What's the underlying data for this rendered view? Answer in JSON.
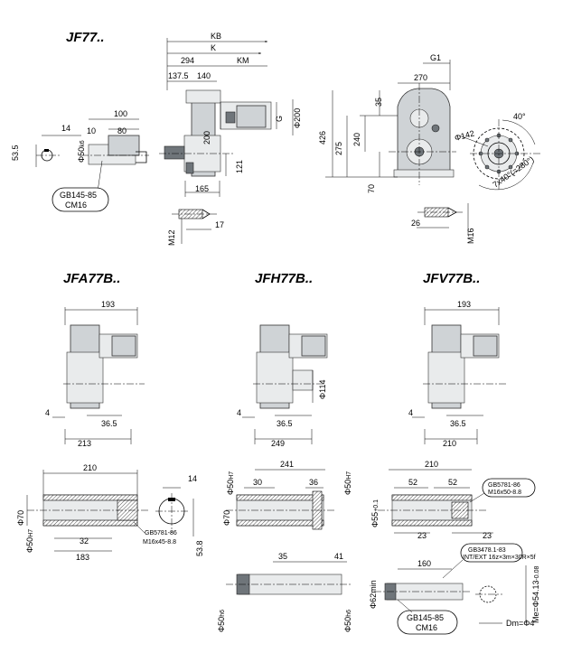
{
  "titles": {
    "jf": "JF77..",
    "jfa": "JFA77B..",
    "jfh": "JFH77B..",
    "jfv": "JFV77B.."
  },
  "shaft_detail": {
    "d_53_5": "53.5",
    "d_14": "14",
    "d_10": "10",
    "d_100": "100",
    "d_80": "80",
    "d_phi50": "Φ50",
    "d_phi50_tol": "k6",
    "gb_note_1": "GB145-85",
    "gb_note_2": "CM16"
  },
  "side_view": {
    "kb": "KB",
    "k": "K",
    "d_294": "294",
    "km": "KM",
    "d_137_5": "137.5",
    "d_140": "140",
    "g": "G",
    "d_phi200": "Φ200",
    "d_200": "200",
    "d_121": "121",
    "d_165": "165",
    "d_17": "17",
    "m12": "M12"
  },
  "front_view": {
    "g1": "G1",
    "d_270": "270",
    "d_35": "35",
    "d_426": "426",
    "d_275": "275",
    "d_240": "240",
    "d_70": "70",
    "d_26": "26",
    "m16": "M16",
    "phi142": "Φ142",
    "angle_40": "40°",
    "holes": "7x40°(=280°)"
  },
  "jfa": {
    "d_193": "193",
    "d_4": "4",
    "d_36_5": "36.5",
    "d_213": "213"
  },
  "jfh": {
    "d_4": "4",
    "d_36_5": "36.5",
    "d_249": "249",
    "phi114": "Φ114"
  },
  "jfv": {
    "d_193": "193",
    "d_4": "4",
    "d_36_5": "36.5",
    "d_210": "210"
  },
  "jfa_shaft": {
    "d_210": "210",
    "phi70": "Φ70",
    "phi50": "Φ50",
    "phi50_tol": "H7",
    "d_32": "32",
    "d_183": "183",
    "d_14": "14",
    "d_53_8": "53.8",
    "gb_1": "GB5781-86",
    "gb_2": "M16x45-8.8"
  },
  "jfh_shaft": {
    "d_241": "241",
    "d_30": "30",
    "d_36": "36",
    "phi50": "Φ50",
    "phi50_tol": "H7",
    "phi70": "Φ70",
    "d_35": "35",
    "d_41": "41",
    "phi50_lower": "Φ50",
    "phi50_lower_tol": "h6"
  },
  "jfv_shaft": {
    "d_210": "210",
    "d_52a": "52",
    "d_52b": "52",
    "phi55": "Φ55",
    "phi55_tol": "+0.1",
    "d_23a": "23",
    "d_23b": "23",
    "gb5781_1": "GB5781-86",
    "gb5781_2": "M16x50-8.8",
    "gb3478_1": "GB3478.1-83",
    "gb3478_2": "INT/EXT 16z×3m×30R×5f",
    "d_160": "160",
    "phi62": "Φ62min",
    "me": "Me=Φ54.13",
    "me_tol": "-0.08",
    "dm": "Dm=Φ4",
    "gb145_1": "GB145-85",
    "gb145_2": "CM16"
  }
}
